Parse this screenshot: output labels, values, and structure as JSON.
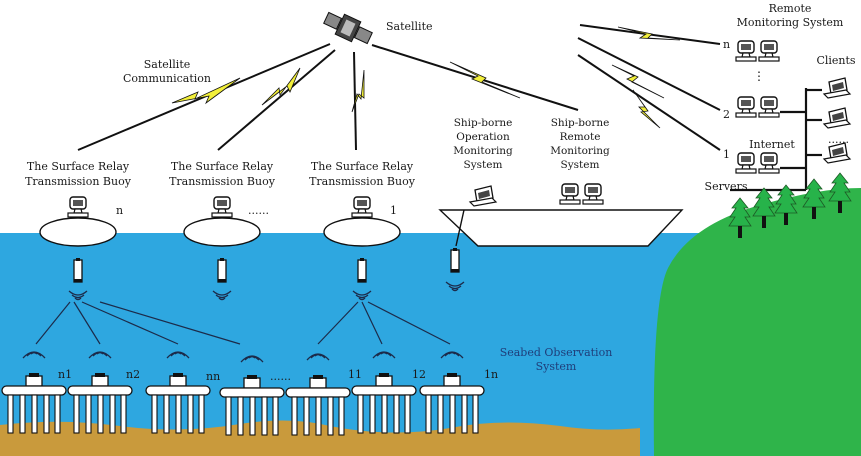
{
  "labels": {
    "satellite": "Satellite",
    "satellite_comm": [
      "Satellite",
      "Communication"
    ],
    "remote_monitoring": [
      "Remote",
      "Monitoring System"
    ],
    "clients": "Clients",
    "internet": "Internet",
    "servers": "Servers",
    "buoy": [
      "The Surface Relay",
      "Transmission Buoy"
    ],
    "buoy_n": "n",
    "buoy_dots": "......",
    "buoy_1": "1",
    "ship_operation": [
      "Ship-borne",
      "Operation",
      "Monitoring",
      "System"
    ],
    "ship_remote": [
      "Ship-borne",
      "Remote",
      "Monitoring",
      "System"
    ],
    "seabed": [
      "Seabed Observation",
      "System"
    ],
    "server_n": "n",
    "server_2": "2",
    "server_1": "1",
    "station_labels": [
      "n1",
      "n2",
      "nn",
      "......",
      "11",
      "12",
      "1n"
    ]
  },
  "colors": {
    "sea": "#2ea7e0",
    "seabed": "#c99a3c",
    "land": "#2fb44a",
    "lightning": "#f2ef3a",
    "tree": "#27b34a"
  },
  "icons": [
    "satellite-icon",
    "computer-icon",
    "laptop-icon",
    "tree-icon",
    "sensor-icon",
    "signal-icon"
  ]
}
